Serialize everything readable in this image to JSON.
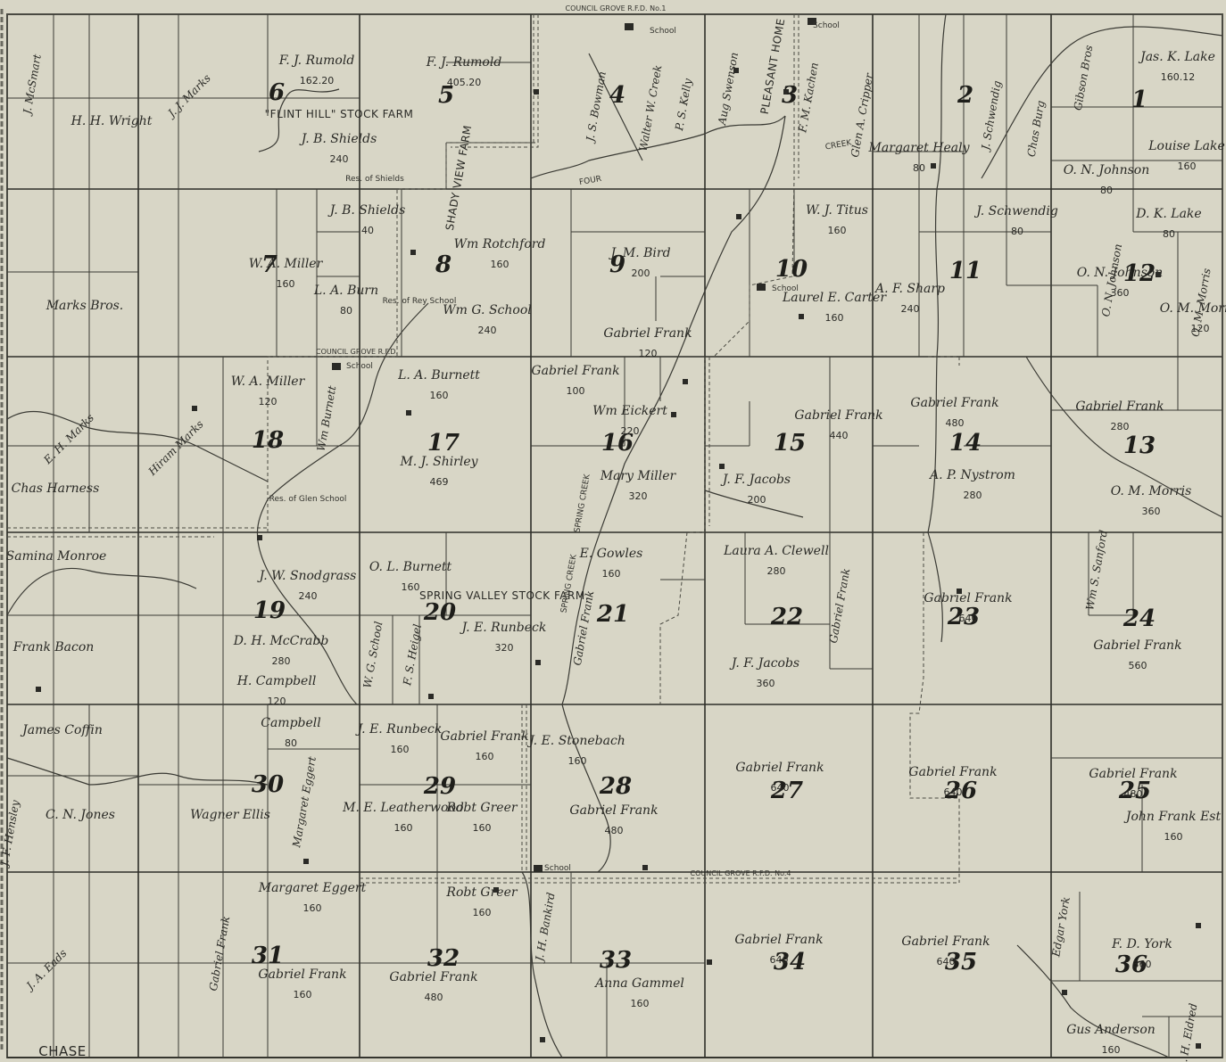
{
  "county_label": "CHASE",
  "colors": {
    "paper": "#d8d6c6",
    "ink": "#2a2a26",
    "water": "#3a3a34"
  },
  "sections": [
    {
      "n": "1"
    },
    {
      "n": "2"
    },
    {
      "n": "3"
    },
    {
      "n": "4"
    },
    {
      "n": "5"
    },
    {
      "n": "6"
    },
    {
      "n": "7"
    },
    {
      "n": "8"
    },
    {
      "n": "9"
    },
    {
      "n": "10"
    },
    {
      "n": "11"
    },
    {
      "n": "12"
    },
    {
      "n": "13"
    },
    {
      "n": "14"
    },
    {
      "n": "15"
    },
    {
      "n": "16"
    },
    {
      "n": "17"
    },
    {
      "n": "18"
    },
    {
      "n": "19"
    },
    {
      "n": "20"
    },
    {
      "n": "21"
    },
    {
      "n": "22"
    },
    {
      "n": "23"
    },
    {
      "n": "24"
    },
    {
      "n": "25"
    },
    {
      "n": "26"
    },
    {
      "n": "27"
    },
    {
      "n": "28"
    },
    {
      "n": "29"
    },
    {
      "n": "30"
    },
    {
      "n": "31"
    },
    {
      "n": "32"
    },
    {
      "n": "33"
    },
    {
      "n": "34"
    },
    {
      "n": "35"
    },
    {
      "n": "36"
    }
  ],
  "owners": [
    {
      "name": "F. J. Rumold",
      "acres": "162.20"
    },
    {
      "name": "F. J. Rumold",
      "acres": "405.20"
    },
    {
      "name": "J. B. Shields",
      "acres": "240"
    },
    {
      "name": "J. B. Shields",
      "acres": "40"
    },
    {
      "name": "H. H. Wright",
      "acres": ""
    },
    {
      "name": "Jas. K. Lake",
      "acres": "160.12"
    },
    {
      "name": "Louise Lake",
      "acres": "160"
    },
    {
      "name": "O. N. Johnson",
      "acres": "80"
    },
    {
      "name": "D. K. Lake",
      "acres": "80"
    },
    {
      "name": "Margaret Healy",
      "acres": "80"
    },
    {
      "name": "J. Schwendig",
      "acres": "80"
    },
    {
      "name": "W. J. Titus",
      "acres": "160"
    },
    {
      "name": "Wm Rotchford",
      "acres": "160"
    },
    {
      "name": "J. M. Bird",
      "acres": "200"
    },
    {
      "name": "Marks Bros.",
      "acres": ""
    },
    {
      "name": "W. A. Miller",
      "acres": "160"
    },
    {
      "name": "L. A. Burn",
      "acres": "80"
    },
    {
      "name": "Wm G. School",
      "acres": "240"
    },
    {
      "name": "Gabriel Frank",
      "acres": "120"
    },
    {
      "name": "Laurel E. Carter",
      "acres": "160"
    },
    {
      "name": "A. F. Sharp",
      "acres": "240"
    },
    {
      "name": "O. N. Johnson",
      "acres": "360"
    },
    {
      "name": "O. M. Morris",
      "acres": "120"
    },
    {
      "name": "W. A. Miller",
      "acres": "120"
    },
    {
      "name": "L. A. Burnett",
      "acres": "160"
    },
    {
      "name": "Gabriel Frank",
      "acres": "100"
    },
    {
      "name": "Wm Eickert",
      "acres": "220"
    },
    {
      "name": "Gabriel Frank",
      "acres": "440"
    },
    {
      "name": "Gabriel Frank",
      "acres": "480"
    },
    {
      "name": "Gabriel Frank",
      "acres": "280"
    },
    {
      "name": "M. J. Shirley",
      "acres": "469"
    },
    {
      "name": "Mary Miller",
      "acres": "320"
    },
    {
      "name": "J. F. Jacobs",
      "acres": "200"
    },
    {
      "name": "A. P. Nystrom",
      "acres": "280"
    },
    {
      "name": "O. M. Morris",
      "acres": "360"
    },
    {
      "name": "Chas Harness",
      "acres": ""
    },
    {
      "name": "Samina Monroe",
      "acres": ""
    },
    {
      "name": "J. W. Snodgrass",
      "acres": "240"
    },
    {
      "name": "O. L. Burnett",
      "acres": "160"
    },
    {
      "name": "E. Gowles",
      "acres": "160"
    },
    {
      "name": "Laura A. Clewell",
      "acres": "280"
    },
    {
      "name": "Gabriel Frank",
      "acres": "640"
    },
    {
      "name": "Gabriel Frank",
      "acres": "560"
    },
    {
      "name": "Frank Bacon",
      "acres": ""
    },
    {
      "name": "D. H. McCrabb",
      "acres": "280"
    },
    {
      "name": "H. Campbell",
      "acres": "120"
    },
    {
      "name": "J. E. Runbeck",
      "acres": "320"
    },
    {
      "name": "J. F. Jacobs",
      "acres": "360"
    },
    {
      "name": "James Coffin",
      "acres": ""
    },
    {
      "name": "Campbell",
      "acres": "80"
    },
    {
      "name": "J. E. Runbeck",
      "acres": "160"
    },
    {
      "name": "Gabriel Frank",
      "acres": "160"
    },
    {
      "name": "J. E. Stonebach",
      "acres": "160"
    },
    {
      "name": "Gabriel Frank",
      "acres": "640"
    },
    {
      "name": "Gabriel Frank",
      "acres": "640"
    },
    {
      "name": "Gabriel Frank",
      "acres": "480"
    },
    {
      "name": "C. N. Jones",
      "acres": ""
    },
    {
      "name": "Wagner Ellis",
      "acres": ""
    },
    {
      "name": "M. E. Leatherwood",
      "acres": "160"
    },
    {
      "name": "Robt Greer",
      "acres": "160"
    },
    {
      "name": "Gabriel Frank",
      "acres": "480"
    },
    {
      "name": "John Frank Est",
      "acres": "160"
    },
    {
      "name": "Margaret Eggert",
      "acres": "160"
    },
    {
      "name": "Robt Greer",
      "acres": "160"
    },
    {
      "name": "Gabriel Frank",
      "acres": "160"
    },
    {
      "name": "Gabriel Frank",
      "acres": "480"
    },
    {
      "name": "Anna Gammel",
      "acres": "160"
    },
    {
      "name": "Gabriel Frank",
      "acres": "640"
    },
    {
      "name": "Gabriel Frank",
      "acres": "640"
    },
    {
      "name": "F. D. York",
      "acres": "360"
    },
    {
      "name": "Gus Anderson",
      "acres": "160"
    }
  ],
  "vertical_owners": [
    "J. McSmart",
    "Margaret Eggert",
    "Gabriel Frank",
    "Gabriel Frank",
    "Gabriel Frank",
    "O. N. Johnson",
    "O. M. Morris",
    "Gibson Bros",
    "Chas Burg",
    "J. Schwendig",
    "Glen A. Cripper",
    "F. M. Kachen",
    "Aug Swenson",
    "J. S. Bowman",
    "Walter W. Creek",
    "P. S. Kelly",
    "Wm Burnett",
    "F. S. Heigel",
    "W. G. School",
    "Wm S. Sanford",
    "Edgar York",
    "A. H. Eldred",
    "J. H. Bankird",
    "J. A. Eads",
    "J. F. Hensley",
    "Hiram Marks",
    "E. H. Marks",
    "J. J. Marks"
  ],
  "farm_labels": [
    "\"FLINT HILL\" STOCK FARM",
    "SPRING VALLEY STOCK FARM.",
    "SHADY VIEW FARM",
    "PLEASANT HOME"
  ],
  "roads": [
    "COUNCIL GROVE R.F.D. No.1",
    "COUNCIL GROVE R.F.D. No.4",
    "COUNCIL GROVE R.F.D."
  ],
  "creek_labels": [
    "SPRING CREEK",
    "SPRING CREEK",
    "FOUR",
    "CREEK"
  ],
  "schools": [
    "School",
    "School",
    "School",
    "School",
    "School",
    "Res. of Rey School",
    "Res. of Glen School",
    "Res. of Shields"
  ]
}
